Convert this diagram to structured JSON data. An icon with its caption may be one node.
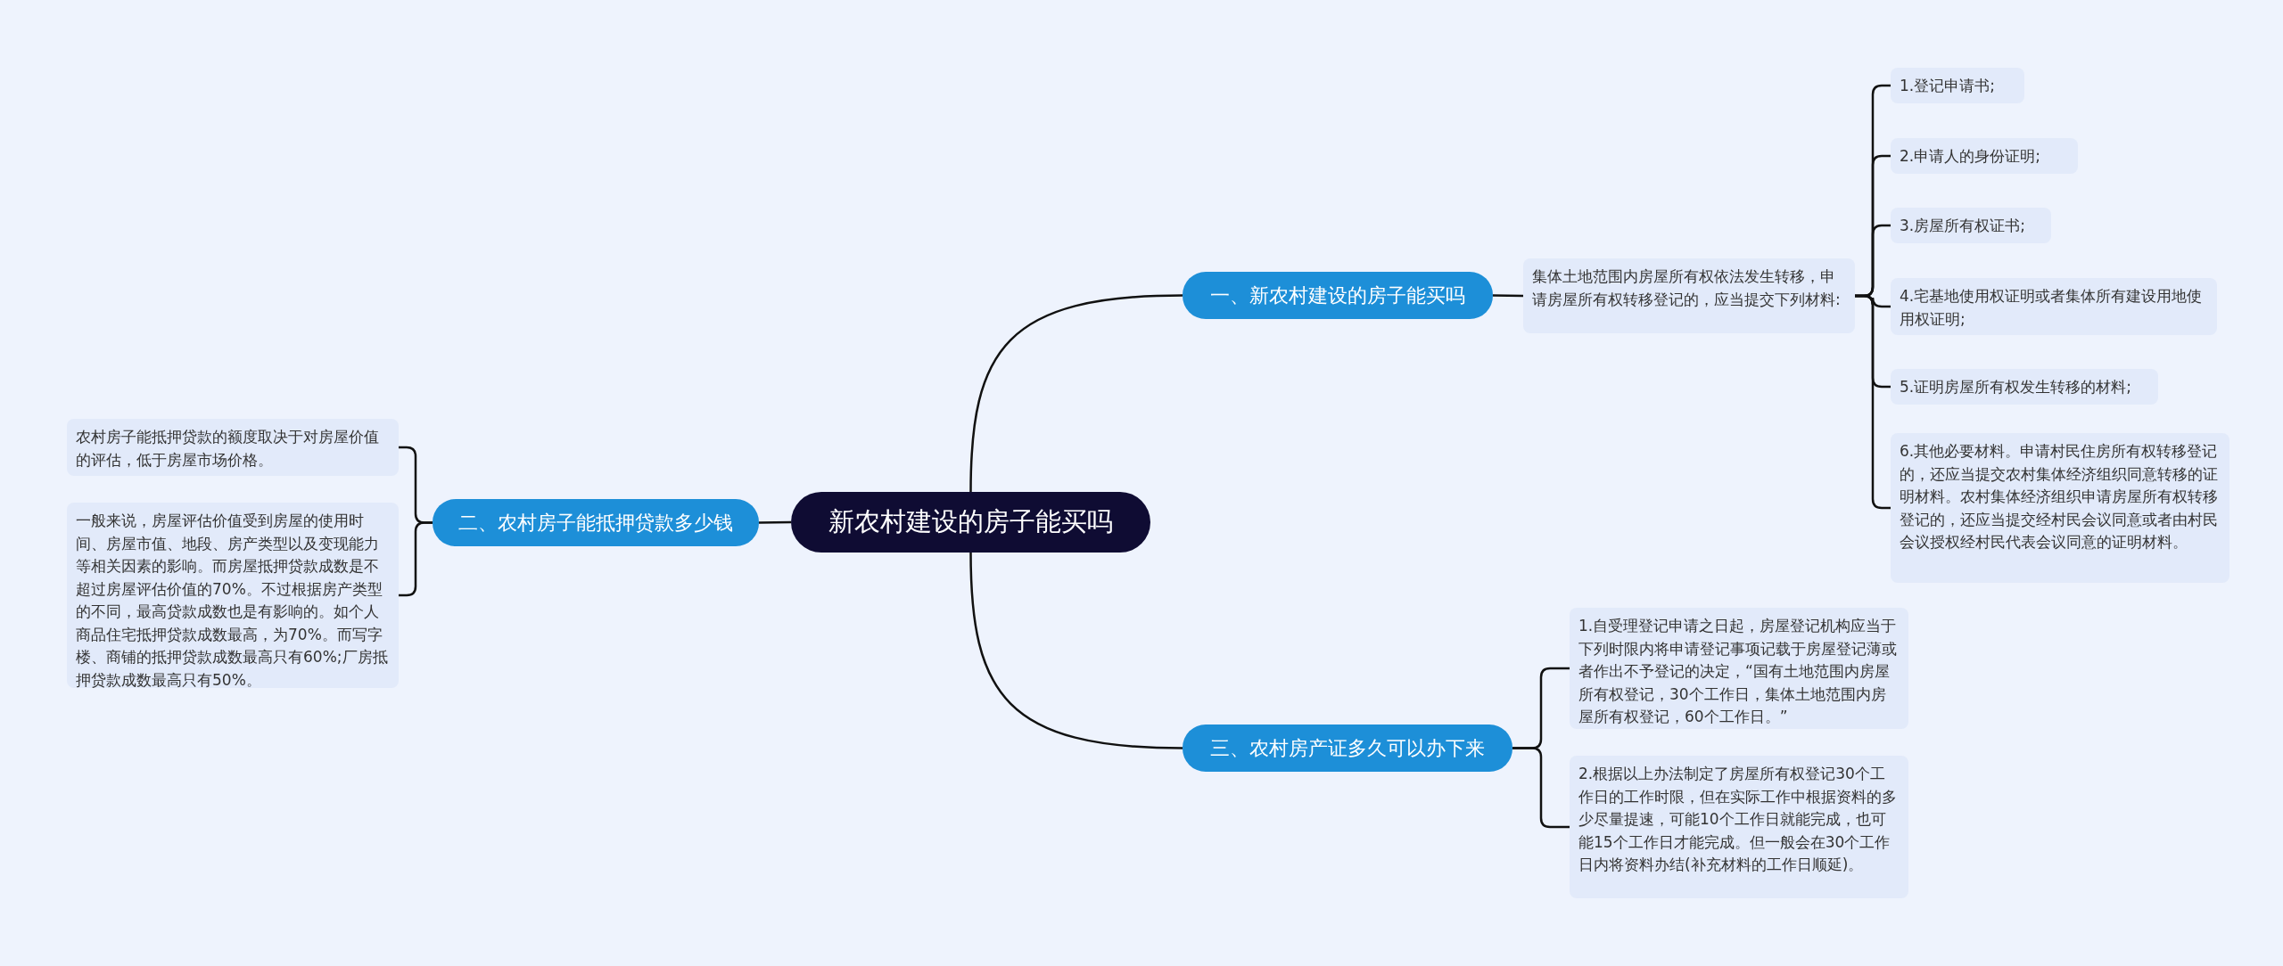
{
  "diagram": {
    "nodes": [
      {
        "text": [
          "新农村建设的房子能买吗"
        ]
      },
      {
        "text": [
          "一、新农村建设的房子能买吗"
        ]
      },
      {
        "text": [
          "集体土地范围内房屋所有权依法发生转移，申请房屋所有权转移登记的，应当提交下列材料:"
        ]
      },
      {
        "text": [
          "1.登记申请书;"
        ]
      },
      {
        "text": [
          "2.申请人的身份证明;"
        ]
      },
      {
        "text": [
          "3.房屋所有权证书;"
        ]
      },
      {
        "text": [
          "4.宅基地使用权证明或者集体所有建设用地使用权证明;"
        ]
      },
      {
        "text": [
          "5.证明房屋所有权发生转移的材料;"
        ]
      },
      {
        "text": [
          "6.其他必要材料。申请村民住房所有权转移登记的，还应当提交农村集体经济组织同意转移的证明材料。农村集体经济组织申请房屋所有权转移登记的，还应当提交经村民会议同意或者由村民会议授权经村民代表会议同意的证明材料。"
        ]
      },
      {
        "text": [
          "二、农村房子能抵押贷款多少钱"
        ]
      },
      {
        "text": [
          "农村房子能抵押贷款的额度取决于对房屋价值的评估，低于房屋市场价格。"
        ]
      },
      {
        "text": [
          "一般来说，房屋评估价值受到房屋的使用时间、房屋市值、地段、房产类型以及变现能力等相关因素的影响。而房屋抵押贷款成数是不超过房屋评估价值的70%。不过根据房产类型的不同，最高贷款成数也是有影响的。如个人商品住宅抵押贷款成数最高，为70%。而写字楼、商铺的抵押贷款成数最高只有60%;厂房抵押贷款成数最高只有50%。"
        ]
      },
      {
        "text": [
          "三、农村房产证多久可以办下来"
        ]
      },
      {
        "text": [
          "1.自受理登记申请之日起，房屋登记机构应当于下列时限内将申请登记事项记载于房屋登记薄或者作出不予登记的决定，“国有土地范围内房屋所有权登记，30个工作日，集体土地范围内房屋所有权登记，60个工作日。”"
        ]
      },
      {
        "text": [
          "2.根据以上办法制定了房屋所有权登记30个工作日的工作时限，但在实际工作中根据资料的多少尽量提速，可能10个工作日就能完成，也可能15个工作日才能完成。但一般会在30个工作日内将资料办结(补充材料的工作日顺延)。"
        ]
      }
    ],
    "edges": [
      {
        "from": 0,
        "to": 1,
        "arrow": "none"
      },
      {
        "from": 0,
        "to": 9,
        "arrow": "none"
      },
      {
        "from": 0,
        "to": 12,
        "arrow": "none"
      },
      {
        "from": 1,
        "to": 2,
        "arrow": "none"
      },
      {
        "from": 2,
        "to": 3,
        "arrow": "none"
      },
      {
        "from": 2,
        "to": 4,
        "arrow": "none"
      },
      {
        "from": 2,
        "to": 5,
        "arrow": "none"
      },
      {
        "from": 2,
        "to": 6,
        "arrow": "none"
      },
      {
        "from": 2,
        "to": 7,
        "arrow": "none"
      },
      {
        "from": 2,
        "to": 8,
        "arrow": "none"
      },
      {
        "from": 9,
        "to": 10,
        "arrow": "none"
      },
      {
        "from": 9,
        "to": 11,
        "arrow": "none"
      },
      {
        "from": 12,
        "to": 13,
        "arrow": "none"
      },
      {
        "from": 12,
        "to": 14,
        "arrow": "none"
      }
    ]
  }
}
